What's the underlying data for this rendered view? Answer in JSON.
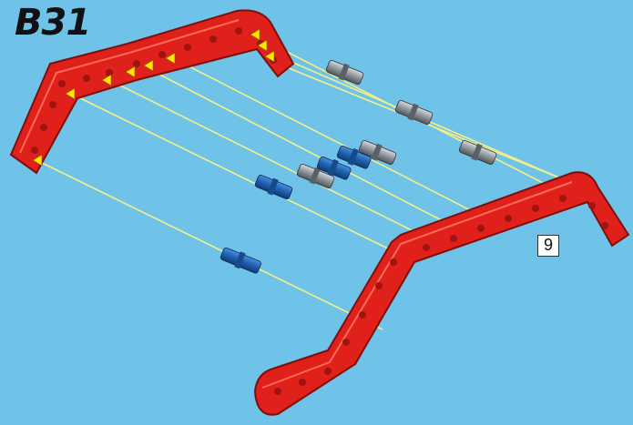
{
  "step": {
    "title": "B31"
  },
  "count_badge": {
    "value": "9"
  },
  "colors": {
    "background": "#6fc3e8",
    "beam_red": "#e0201a",
    "beam_dark": "#9e1410",
    "guide_line": "#f5ef8a",
    "arrow": "#ffe600",
    "pin_blue": "#1f5fb0",
    "pin_gray": "#9aa0a6"
  },
  "parts": {
    "beams": [
      "lift-arm-bent-top",
      "lift-arm-bent-bottom"
    ],
    "pins_gray_with_friction": 5,
    "pins_blue_axle": 4
  }
}
